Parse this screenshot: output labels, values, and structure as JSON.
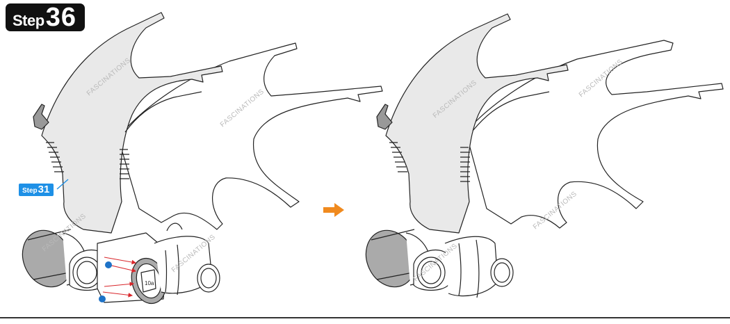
{
  "step": {
    "word": "Step",
    "number": "36"
  },
  "reference": {
    "word": "Step",
    "number": "31"
  },
  "part_label": "10a",
  "watermark": "FASCINATIONS",
  "colors": {
    "accent_arrow": "#f08a1e",
    "reference_badge": "#1e90e6",
    "dots": "#1e73c8",
    "guide_lines": "#d9262b",
    "wing_fill": "#e9e9e9",
    "drum_fill": "#aaaaaa"
  }
}
